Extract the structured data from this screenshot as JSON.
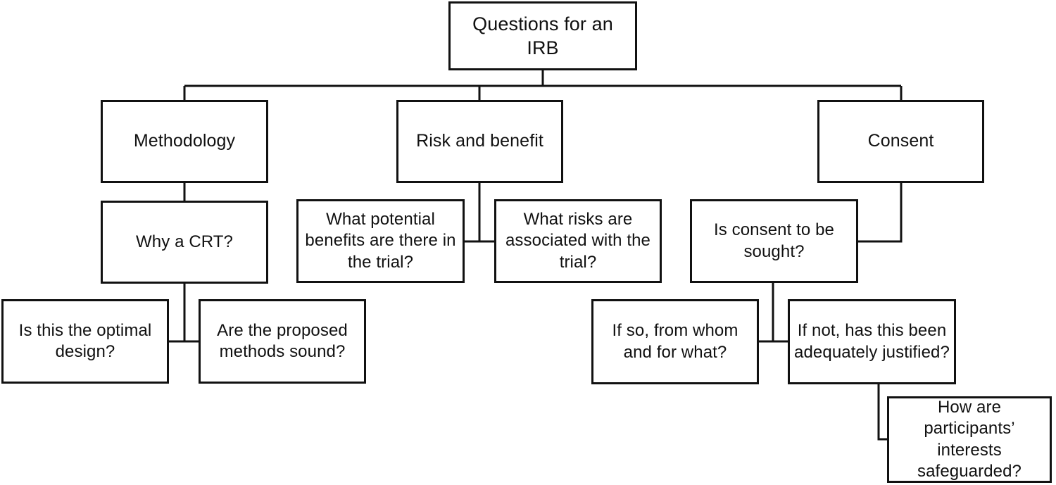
{
  "diagram": {
    "title": "Questions for an IRB",
    "type": "hierarchical-flowchart",
    "background_color": "#ffffff",
    "line_color": "#111111",
    "text_color": "#111111"
  },
  "nodes": {
    "root": {
      "label": "Questions for an IRB"
    },
    "methodology": {
      "label": "Methodology"
    },
    "risk_benefit": {
      "label": "Risk and benefit"
    },
    "consent": {
      "label": "Consent"
    },
    "why_crt": {
      "label": "Why a CRT?"
    },
    "potential_benefits": {
      "label": "What potential benefits are there in the trial?"
    },
    "what_risks": {
      "label": "What risks are associated with the trial?"
    },
    "is_consent_sought": {
      "label": "Is consent to be sought?"
    },
    "optimal_design": {
      "label": "Is this the optimal design?"
    },
    "methods_sound": {
      "label": "Are the proposed methods sound?"
    },
    "from_whom": {
      "label": "If so, from whom and for what?"
    },
    "if_not_justified": {
      "label": "If not, has this been adequately justified?"
    },
    "safeguarded": {
      "label": "How are participants’ interests safeguarded?"
    }
  }
}
